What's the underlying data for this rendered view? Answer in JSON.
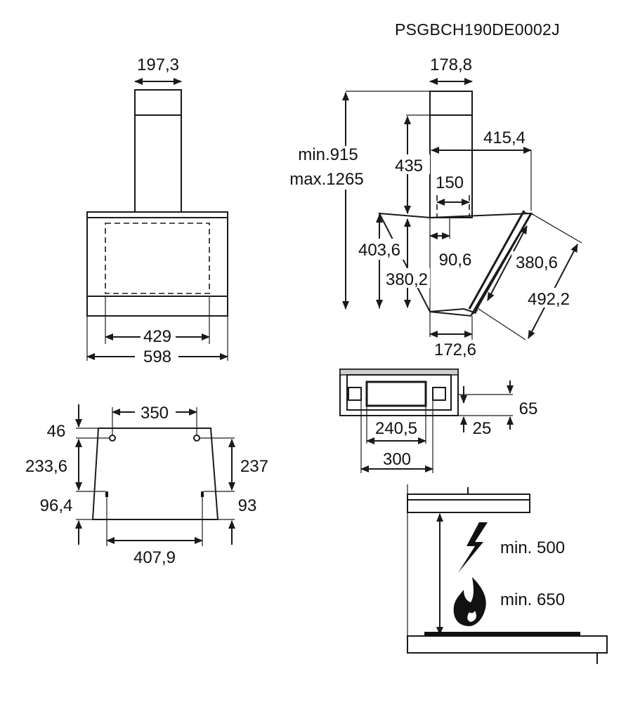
{
  "product_code": "PSGBCH190DE0002J",
  "front_view": {
    "chimney_width": "197,3",
    "inner_width": "429",
    "total_width": "598"
  },
  "side_view": {
    "chimney_depth": "178,8",
    "height_range_min": "min.915",
    "height_range_max": "max.1265",
    "chimney_height": "435",
    "outlet_offset": "150",
    "projection": "415,4",
    "body_height_a": "403,6",
    "body_height_b": "380,2",
    "outlet_depth": "90,6",
    "glass_depth": "380,6",
    "glass_length": "492,2",
    "base_depth": "172,6"
  },
  "mounting_view": {
    "top_hole_spacing": "350",
    "top_offset": "46",
    "left_height": "233,6",
    "right_height": "237",
    "bottom_left_offset": "96,4",
    "bottom_right_offset": "93",
    "bottom_hole_spacing": "407,9"
  },
  "top_view": {
    "height_65": "65",
    "height_25": "25",
    "outlet_width": "240,5",
    "bracket_width": "300"
  },
  "clearance": {
    "electric": "min. 500",
    "gas": "min. 650",
    "electric_icon": "lightning-icon",
    "gas_icon": "flame-icon"
  }
}
